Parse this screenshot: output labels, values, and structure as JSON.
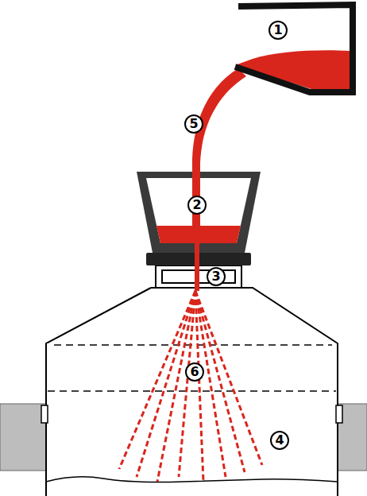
{
  "diagram": {
    "labels": [
      "1",
      "5",
      "2",
      "3",
      "6",
      "4"
    ]
  }
}
